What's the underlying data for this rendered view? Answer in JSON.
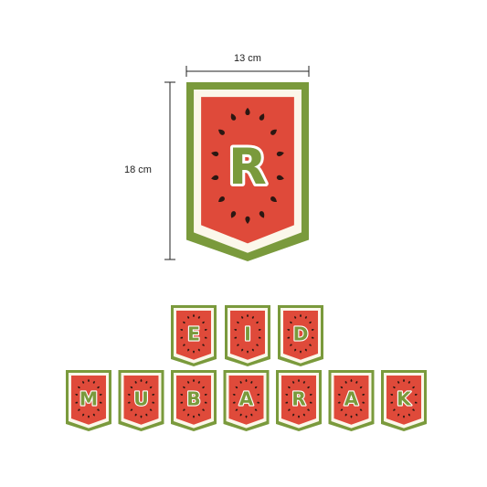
{
  "dimensions": {
    "width_label": "13 cm",
    "height_label": "18 cm"
  },
  "sample_pennant": {
    "letter": "R"
  },
  "banner": {
    "row1": [
      "E",
      "I",
      "D"
    ],
    "row2": [
      "M",
      "U",
      "B",
      "A",
      "R",
      "A",
      "K"
    ]
  },
  "colors": {
    "rind": "#7a9a3c",
    "cream": "#fbf7ea",
    "flesh": "#df4a3a",
    "seed": "#2b1712",
    "line": "#222222"
  }
}
